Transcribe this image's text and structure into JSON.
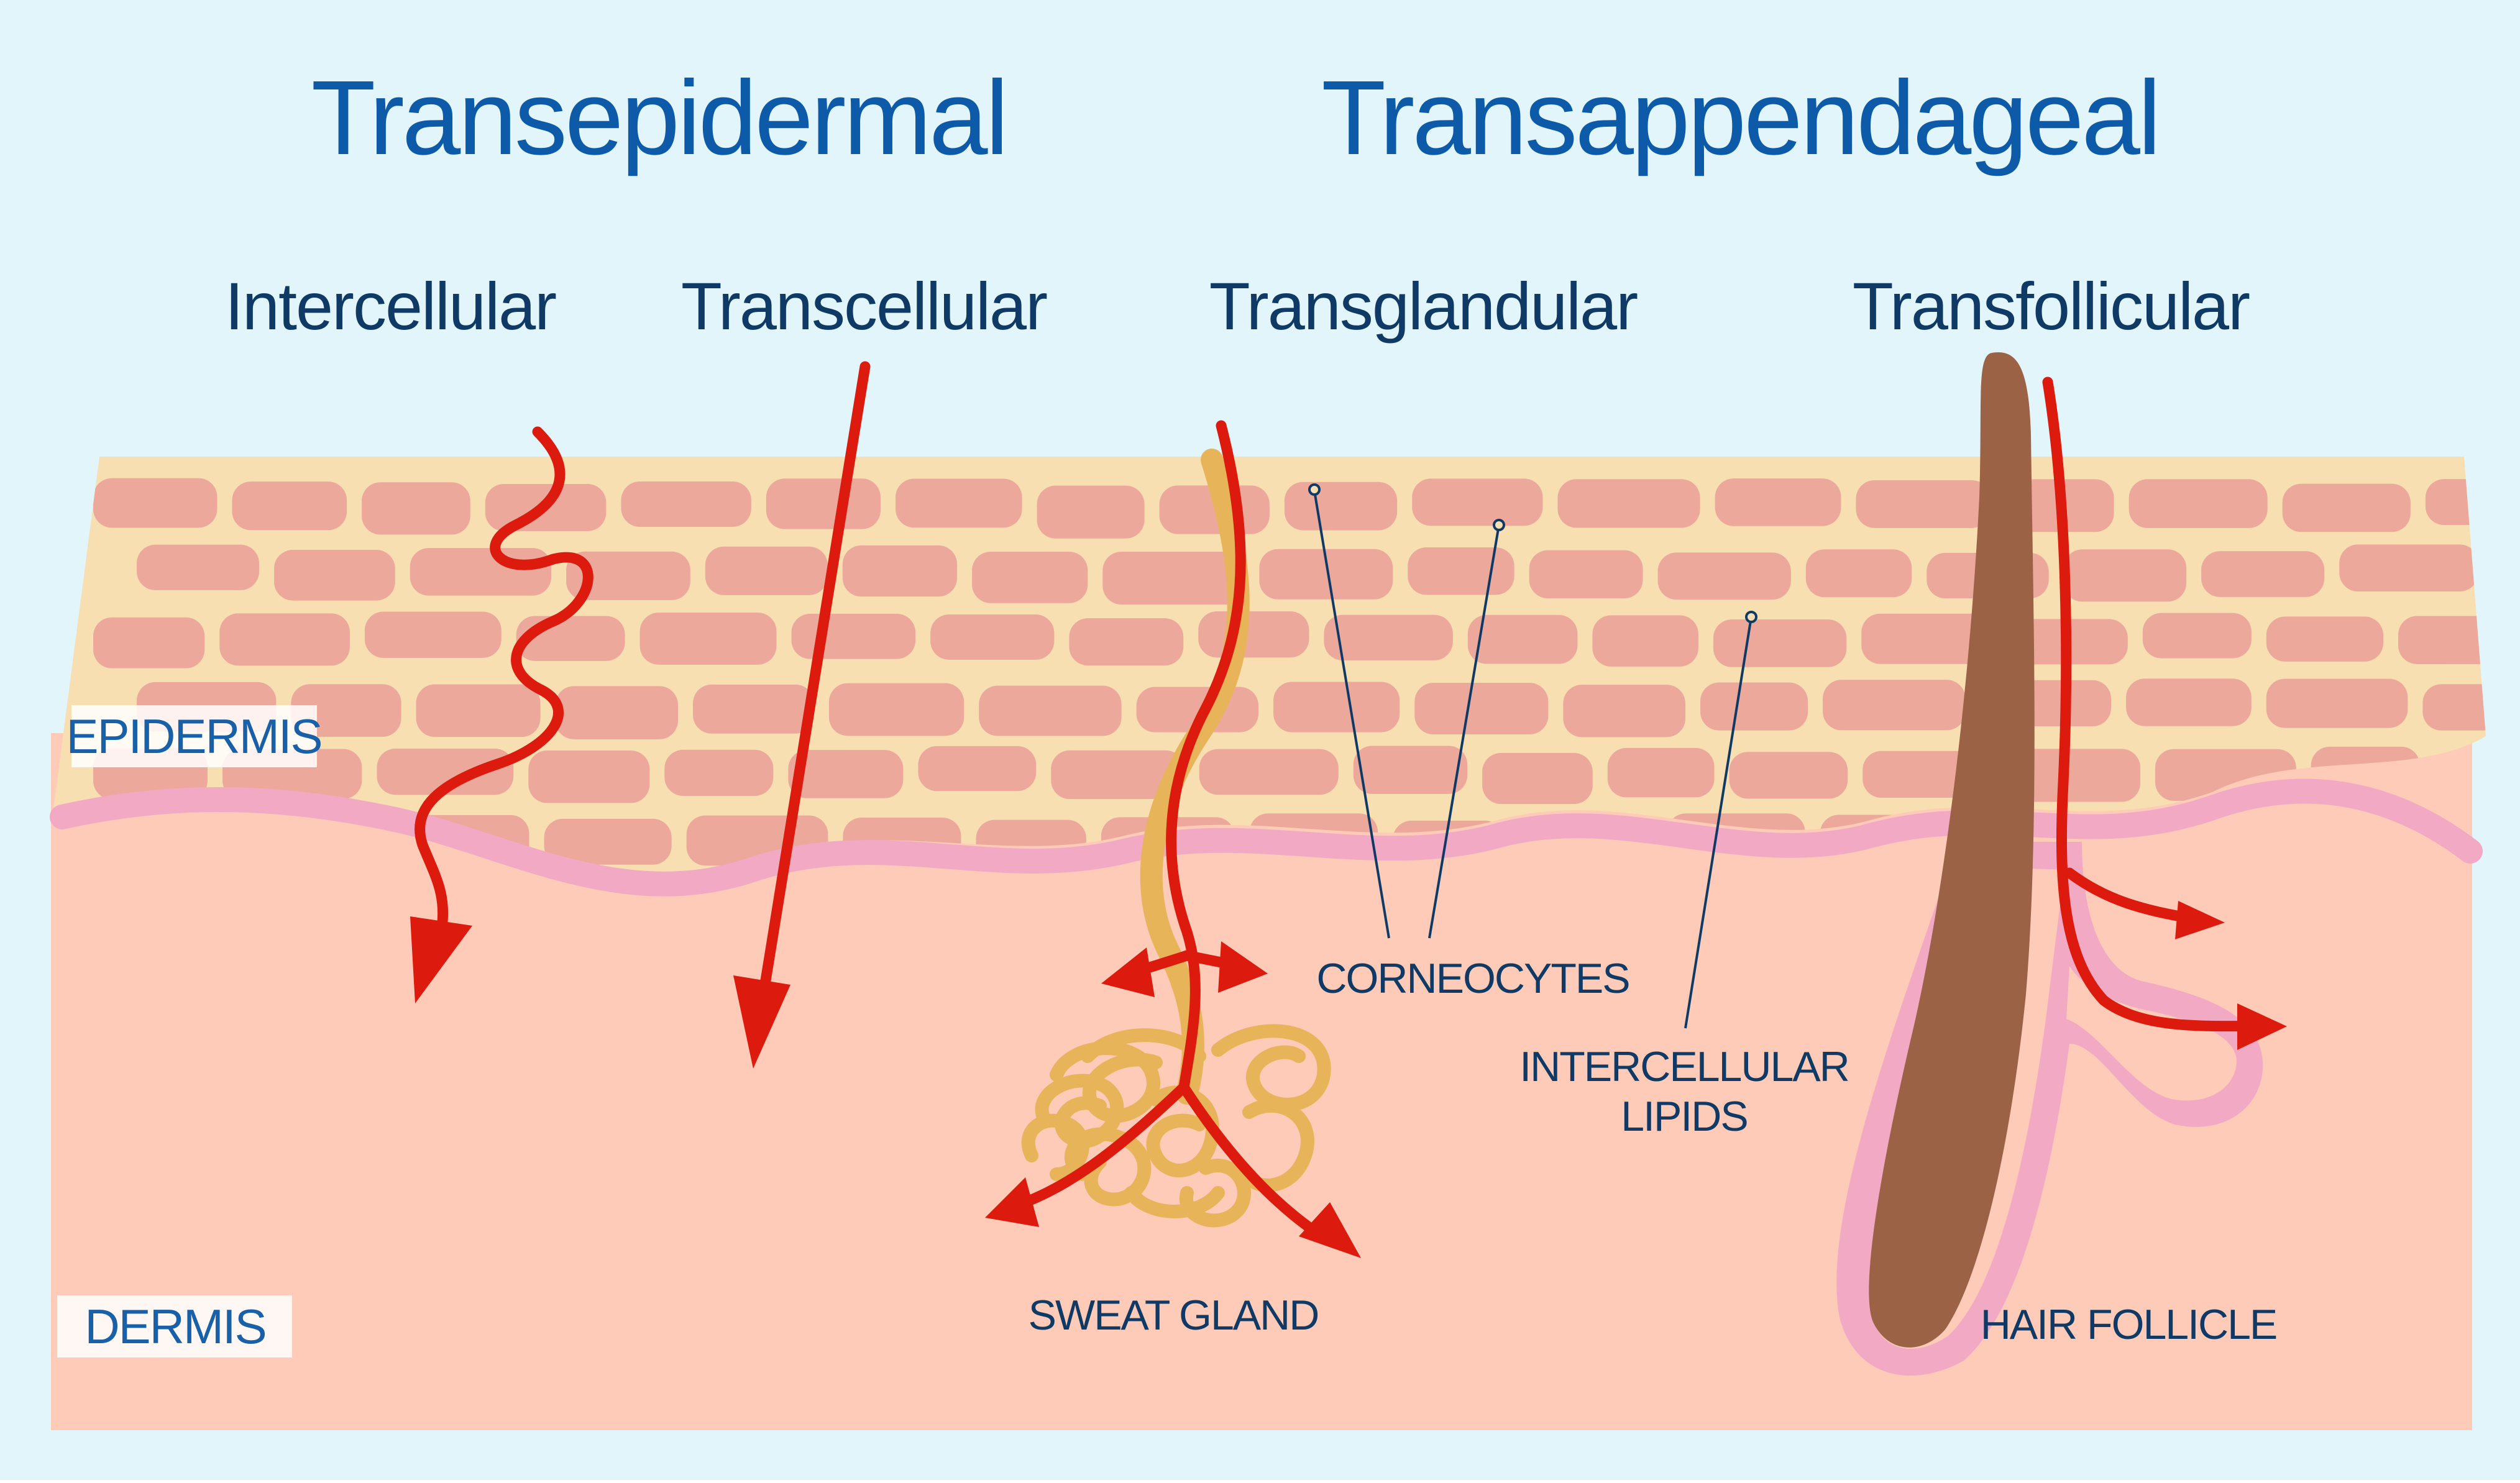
{
  "titles": {
    "left": "Transepidermal",
    "right": "Transappendageal"
  },
  "routes": {
    "intercellular": "Intercellular",
    "transcellular": "Transcellular",
    "transglandular": "Transglandular",
    "transfollicular": "Transfollicular"
  },
  "labels": {
    "epidermis": "EPIDERMIS",
    "dermis": "DERMIS",
    "corneocytes": "CORNEOCYTES",
    "intercellular_lipids_line1": "INTERCELLULAR",
    "intercellular_lipids_line2": "LIPIDS",
    "sweat_gland": "SWEAT GLAND",
    "hair_follicle": "HAIR FOLLICLE"
  },
  "colors": {
    "background": "#e2f5fb",
    "epidermis": "#f8dfb2",
    "corneocyte": "#eda89c",
    "dermis": "#fdcbb7",
    "basement": "#f2a9c4",
    "arrow": "#dd1a0e",
    "gland": "#e7b45a",
    "hair": "#9c6246",
    "title": "#0d5ba8",
    "text": "#0f3a66"
  }
}
